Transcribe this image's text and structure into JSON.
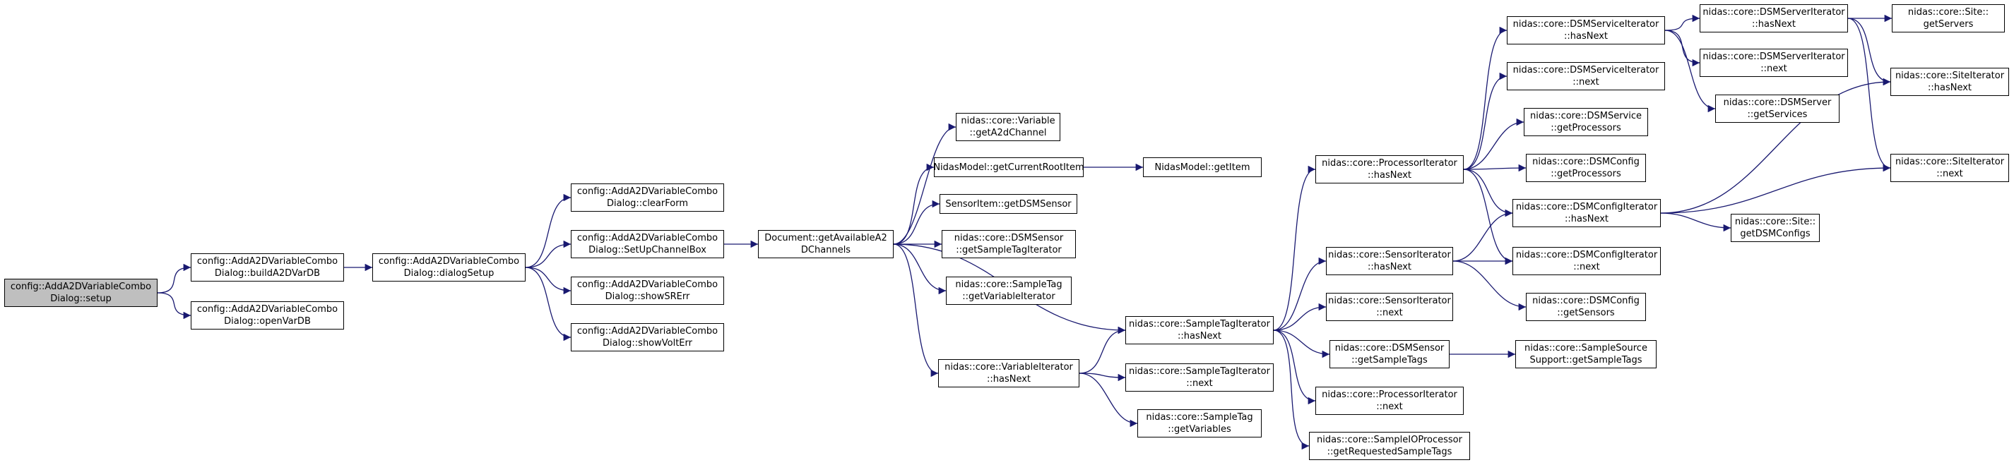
{
  "graph": {
    "root_node": "setup",
    "colors": {
      "root_fill": "#bfbfbf",
      "node_fill": "#ffffff",
      "edge": "#191970"
    },
    "nodes": [
      {
        "id": "setup",
        "lines": [
          "config::AddA2DVariableCombo",
          "Dialog::setup"
        ]
      },
      {
        "id": "buildA2DVarDB",
        "lines": [
          "config::AddA2DVariableCombo",
          "Dialog::buildA2DVarDB"
        ]
      },
      {
        "id": "openVarDB",
        "lines": [
          "config::AddA2DVariableCombo",
          "Dialog::openVarDB"
        ]
      },
      {
        "id": "dialogSetup",
        "lines": [
          "config::AddA2DVariableCombo",
          "Dialog::dialogSetup"
        ]
      },
      {
        "id": "clearForm",
        "lines": [
          "config::AddA2DVariableCombo",
          "Dialog::clearForm"
        ]
      },
      {
        "id": "SetUpChannelBox",
        "lines": [
          "config::AddA2DVariableCombo",
          "Dialog::SetUpChannelBox"
        ]
      },
      {
        "id": "showSRErr",
        "lines": [
          "config::AddA2DVariableCombo",
          "Dialog::showSRErr"
        ]
      },
      {
        "id": "showVoltErr",
        "lines": [
          "config::AddA2DVariableCombo",
          "Dialog::showVoltErr"
        ]
      },
      {
        "id": "getAvailableA2DChannels",
        "lines": [
          "Document::getAvailableA2",
          "DChannels"
        ]
      },
      {
        "id": "getA2dChannel",
        "lines": [
          "nidas::core::Variable",
          "::getA2dChannel"
        ]
      },
      {
        "id": "getCurrentRootItem",
        "lines": [
          "NidasModel::getCurrentRootItem"
        ]
      },
      {
        "id": "getItem",
        "lines": [
          "NidasModel::getItem"
        ]
      },
      {
        "id": "getDSMSensor",
        "lines": [
          "SensorItem::getDSMSensor"
        ]
      },
      {
        "id": "getSampleTagIterator",
        "lines": [
          "nidas::core::DSMSensor",
          "::getSampleTagIterator"
        ]
      },
      {
        "id": "getVariableIterator",
        "lines": [
          "nidas::core::SampleTag",
          "::getVariableIterator"
        ]
      },
      {
        "id": "VariableIterator_hasNext",
        "lines": [
          "nidas::core::VariableIterator",
          "::hasNext"
        ]
      },
      {
        "id": "SampleTagIterator_hasNext",
        "lines": [
          "nidas::core::SampleTagIterator",
          "::hasNext"
        ]
      },
      {
        "id": "SampleTagIterator_next",
        "lines": [
          "nidas::core::SampleTagIterator",
          "::next"
        ]
      },
      {
        "id": "SampleTag_getVariables",
        "lines": [
          "nidas::core::SampleTag",
          "::getVariables"
        ]
      },
      {
        "id": "ProcessorIterator_hasNext",
        "lines": [
          "nidas::core::ProcessorIterator",
          "::hasNext"
        ]
      },
      {
        "id": "SensorIterator_hasNext",
        "lines": [
          "nidas::core::SensorIterator",
          "::hasNext"
        ]
      },
      {
        "id": "SensorIterator_next",
        "lines": [
          "nidas::core::SensorIterator",
          "::next"
        ]
      },
      {
        "id": "DSMSensor_getSampleTags",
        "lines": [
          "nidas::core::DSMSensor",
          "::getSampleTags"
        ]
      },
      {
        "id": "ProcessorIterator_next",
        "lines": [
          "nidas::core::ProcessorIterator",
          "::next"
        ]
      },
      {
        "id": "getRequestedSampleTags",
        "lines": [
          "nidas::core::SampleIOProcessor",
          "::getRequestedSampleTags"
        ]
      },
      {
        "id": "DSMServiceIterator_hasNext",
        "lines": [
          "nidas::core::DSMServiceIterator",
          "::hasNext"
        ]
      },
      {
        "id": "DSMServiceIterator_next",
        "lines": [
          "nidas::core::DSMServiceIterator",
          "::next"
        ]
      },
      {
        "id": "DSMService_getProcessors",
        "lines": [
          "nidas::core::DSMService",
          "::getProcessors"
        ]
      },
      {
        "id": "DSMConfig_getProcessors",
        "lines": [
          "nidas::core::DSMConfig",
          "::getProcessors"
        ]
      },
      {
        "id": "DSMConfigIterator_hasNext",
        "lines": [
          "nidas::core::DSMConfigIterator",
          "::hasNext"
        ]
      },
      {
        "id": "DSMConfigIterator_next",
        "lines": [
          "nidas::core::DSMConfigIterator",
          "::next"
        ]
      },
      {
        "id": "DSMConfig_getSensors",
        "lines": [
          "nidas::core::DSMConfig",
          "::getSensors"
        ]
      },
      {
        "id": "getSampleTags",
        "lines": [
          "nidas::core::SampleSource",
          "Support::getSampleTags"
        ]
      },
      {
        "id": "DSMServerIterator_hasNext",
        "lines": [
          "nidas::core::DSMServerIterator",
          "::hasNext"
        ]
      },
      {
        "id": "DSMServerIterator_next",
        "lines": [
          "nidas::core::DSMServerIterator",
          "::next"
        ]
      },
      {
        "id": "DSMServer_getServices",
        "lines": [
          "nidas::core::DSMServer",
          "::getServices"
        ]
      },
      {
        "id": "Site_getServers",
        "lines": [
          "nidas::core::Site::",
          "getServers"
        ]
      },
      {
        "id": "SiteIterator_hasNext",
        "lines": [
          "nidas::core::SiteIterator",
          "::hasNext"
        ]
      },
      {
        "id": "SiteIterator_next",
        "lines": [
          "nidas::core::SiteIterator",
          "::next"
        ]
      },
      {
        "id": "Site_getDSMConfigs",
        "lines": [
          "nidas::core::Site::",
          "getDSMConfigs"
        ]
      }
    ],
    "edges": [
      [
        "setup",
        "buildA2DVarDB"
      ],
      [
        "setup",
        "openVarDB"
      ],
      [
        "buildA2DVarDB",
        "dialogSetup"
      ],
      [
        "dialogSetup",
        "clearForm"
      ],
      [
        "dialogSetup",
        "SetUpChannelBox"
      ],
      [
        "dialogSetup",
        "showSRErr"
      ],
      [
        "dialogSetup",
        "showVoltErr"
      ],
      [
        "SetUpChannelBox",
        "getAvailableA2DChannels"
      ],
      [
        "getAvailableA2DChannels",
        "getA2dChannel"
      ],
      [
        "getAvailableA2DChannels",
        "getCurrentRootItem"
      ],
      [
        "getCurrentRootItem",
        "getItem"
      ],
      [
        "getAvailableA2DChannels",
        "getDSMSensor"
      ],
      [
        "getAvailableA2DChannels",
        "getSampleTagIterator"
      ],
      [
        "getAvailableA2DChannels",
        "getVariableIterator"
      ],
      [
        "getAvailableA2DChannels",
        "SampleTagIterator_hasNext"
      ],
      [
        "getAvailableA2DChannels",
        "VariableIterator_hasNext"
      ],
      [
        "VariableIterator_hasNext",
        "SampleTagIterator_hasNext"
      ],
      [
        "VariableIterator_hasNext",
        "SampleTagIterator_next"
      ],
      [
        "VariableIterator_hasNext",
        "SampleTag_getVariables"
      ],
      [
        "SampleTagIterator_hasNext",
        "ProcessorIterator_hasNext"
      ],
      [
        "SampleTagIterator_hasNext",
        "SensorIterator_hasNext"
      ],
      [
        "SampleTagIterator_hasNext",
        "SensorIterator_next"
      ],
      [
        "SampleTagIterator_hasNext",
        "DSMSensor_getSampleTags"
      ],
      [
        "SampleTagIterator_hasNext",
        "ProcessorIterator_next"
      ],
      [
        "SampleTagIterator_hasNext",
        "getRequestedSampleTags"
      ],
      [
        "DSMSensor_getSampleTags",
        "getSampleTags"
      ],
      [
        "SensorIterator_hasNext",
        "DSMConfigIterator_hasNext"
      ],
      [
        "SensorIterator_hasNext",
        "DSMConfigIterator_next"
      ],
      [
        "SensorIterator_hasNext",
        "DSMConfig_getSensors"
      ],
      [
        "ProcessorIterator_hasNext",
        "DSMServiceIterator_hasNext"
      ],
      [
        "ProcessorIterator_hasNext",
        "DSMServiceIterator_next"
      ],
      [
        "ProcessorIterator_hasNext",
        "DSMService_getProcessors"
      ],
      [
        "ProcessorIterator_hasNext",
        "DSMConfig_getProcessors"
      ],
      [
        "ProcessorIterator_hasNext",
        "DSMConfigIterator_hasNext"
      ],
      [
        "ProcessorIterator_hasNext",
        "DSMConfigIterator_next"
      ],
      [
        "DSMServiceIterator_hasNext",
        "DSMServerIterator_hasNext"
      ],
      [
        "DSMServiceIterator_hasNext",
        "DSMServerIterator_next"
      ],
      [
        "DSMServiceIterator_hasNext",
        "DSMServer_getServices"
      ],
      [
        "DSMServerIterator_hasNext",
        "Site_getServers"
      ],
      [
        "DSMServerIterator_hasNext",
        "SiteIterator_hasNext"
      ],
      [
        "DSMServerIterator_hasNext",
        "SiteIterator_next"
      ],
      [
        "DSMConfigIterator_hasNext",
        "SiteIterator_hasNext"
      ],
      [
        "DSMConfigIterator_hasNext",
        "SiteIterator_next"
      ],
      [
        "DSMConfigIterator_hasNext",
        "Site_getDSMConfigs"
      ]
    ]
  }
}
